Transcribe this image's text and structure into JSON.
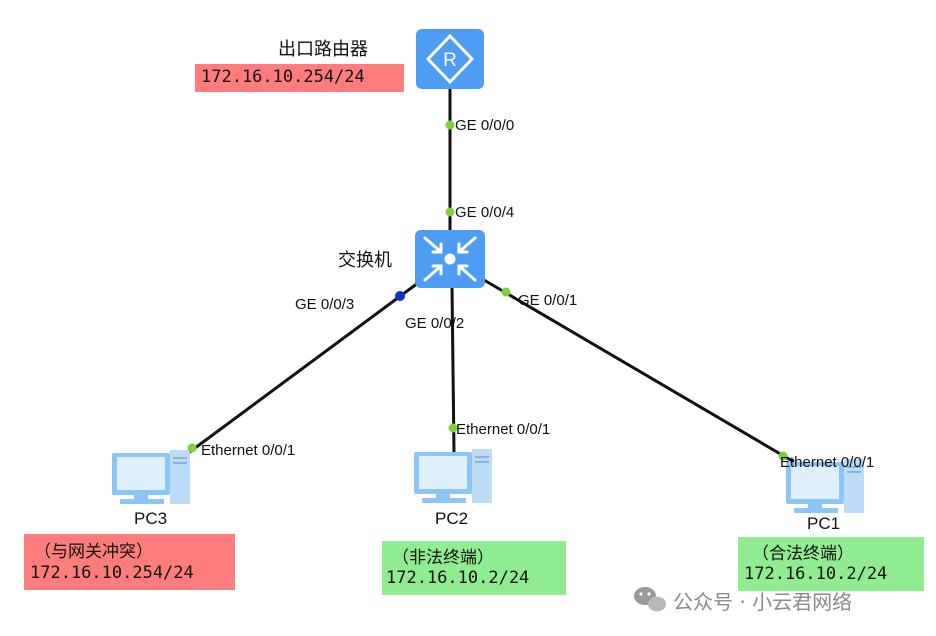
{
  "router": {
    "name": "出口路由器",
    "ip": "172.16.10.254/24",
    "port": "GE 0/0/0"
  },
  "switch": {
    "name": "交换机",
    "port_uplink": "GE 0/0/4",
    "port_pc3": "GE 0/0/3",
    "port_pc2": "GE 0/0/2",
    "port_pc1": "GE 0/0/1"
  },
  "pcs": [
    {
      "name": "PC3",
      "port": "Ethernet 0/0/1",
      "note": "（与网关冲突）",
      "ip": "172.16.10.254/24",
      "status": "conflict"
    },
    {
      "name": "PC2",
      "port": "Ethernet 0/0/1",
      "note": "（非法终端）",
      "ip": "172.16.10.2/24",
      "status": "ok"
    },
    {
      "name": "PC1",
      "port": "Ethernet 0/0/1",
      "note": "（合法终端）",
      "ip": "172.16.10.2/24",
      "status": "ok"
    }
  ],
  "colors": {
    "device_blue": "#4d9df5",
    "port_up": "#7fd13b",
    "port_down": "#1530c8",
    "conflict_bg": "#ff7c7c",
    "ok_bg": "#90ec90",
    "link": "#111111"
  },
  "watermark": {
    "icon": "wechat-icon",
    "text": "公众号 · 小云君网络"
  }
}
